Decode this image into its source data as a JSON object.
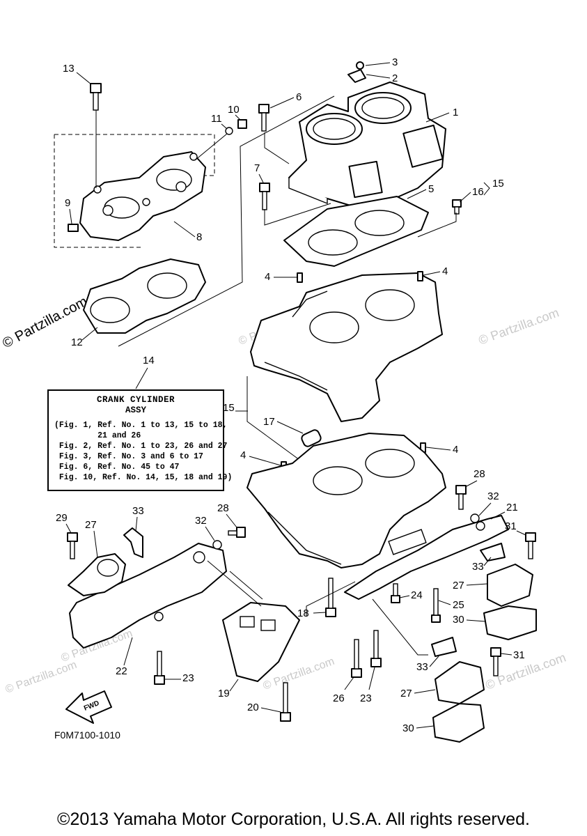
{
  "diagram_code": "F0M7100-1010",
  "copyright": "©2013 Yamaha Motor Corporation, U.S.A. All rights reserved.",
  "watermark": "© Partzilla.com",
  "fwd_label": "FWD",
  "note": {
    "title": "CRANK CYLINDER",
    "subtitle": "ASSY",
    "lines": [
      "(Fig. 1, Ref. No. 1 to 13, 15 to 18,",
      "         21 and 26",
      " Fig. 2, Ref. No. 1 to 23, 26 and 27",
      " Fig. 3, Ref. No. 3 and 6 to 17",
      " Fig. 6, Ref. No. 45 to 47",
      " Fig. 10, Ref. No. 14, 15, 18 and 19)"
    ]
  },
  "callouts": [
    "1",
    "2",
    "3",
    "4",
    "4",
    "4",
    "4",
    "5",
    "6",
    "7",
    "8",
    "9",
    "10",
    "11",
    "12",
    "13",
    "14",
    "15",
    "15",
    "16",
    "17",
    "18",
    "19",
    "20",
    "21",
    "22",
    "23",
    "23",
    "24",
    "25",
    "26",
    "27",
    "27",
    "27",
    "28",
    "28",
    "29",
    "30",
    "30",
    "31",
    "31",
    "32",
    "32",
    "33",
    "33",
    "33"
  ]
}
